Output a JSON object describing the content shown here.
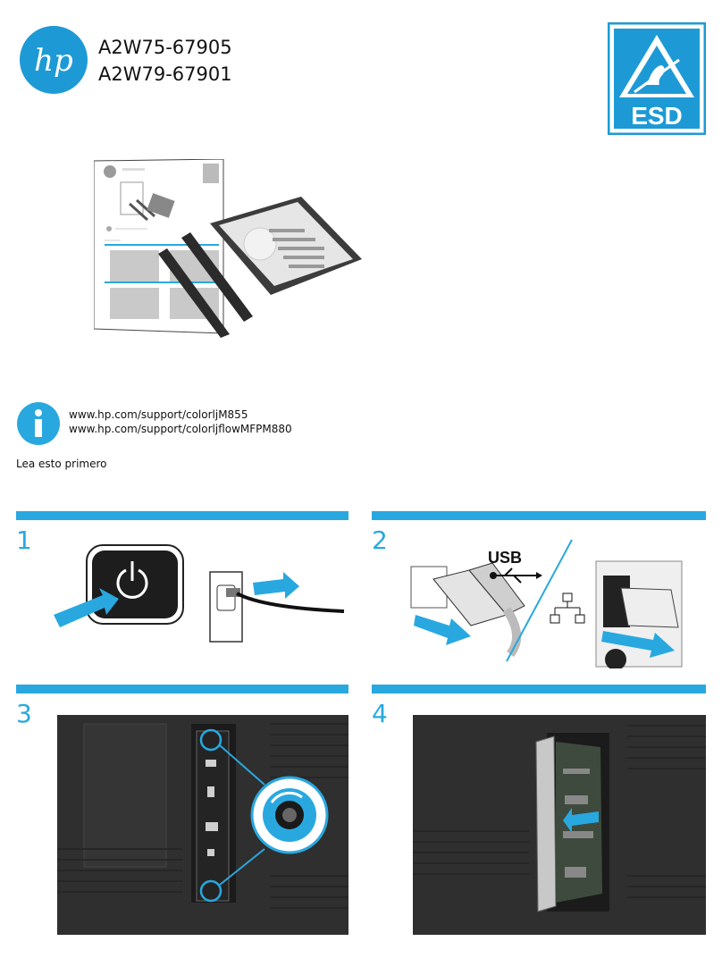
{
  "header": {
    "logo_text": "hp",
    "part_numbers": [
      "A2W75-67905",
      "A2W79-67901"
    ],
    "esd_label": "ESD"
  },
  "support": {
    "urls": [
      "www.hp.com/support/colorljM855",
      "www.hp.com/support/colorljflowMFPM880"
    ],
    "read_first": "Lea esto primero"
  },
  "steps": [
    {
      "number": "1"
    },
    {
      "number": "2",
      "usb_label": "USB"
    },
    {
      "number": "3"
    },
    {
      "number": "4"
    }
  ],
  "colors": {
    "accent": "#29a8e0",
    "dark": "#2f2f2f"
  }
}
